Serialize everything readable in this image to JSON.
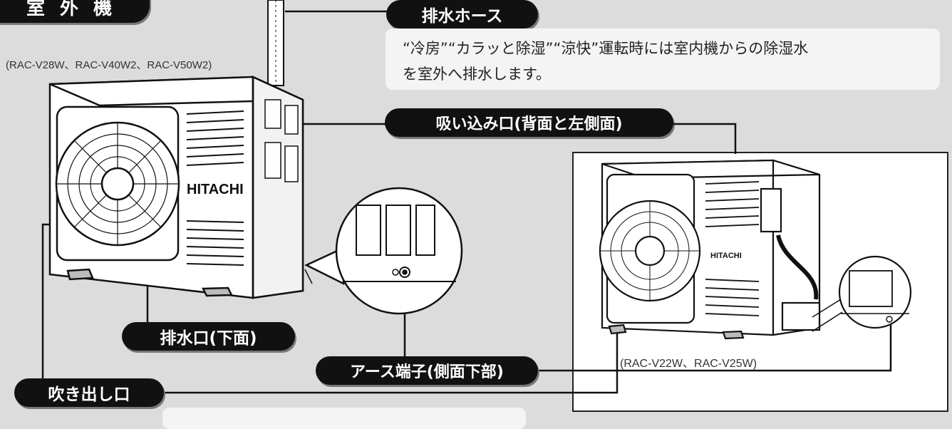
{
  "section_label": "室 外 機",
  "labels": {
    "drain_hose": "排水ホース",
    "intake": "吸い込み口(背面と左側面)",
    "drain_outlet": "排水口(下面)",
    "earth_terminal": "アース端子(側面下部)",
    "outlet": "吹き出し口"
  },
  "descriptions": {
    "drain_hose_line1": "“冷房”“カラッと除湿”“涼快”運転時には室内機からの除湿水",
    "drain_hose_line2": "を室外へ排水します。"
  },
  "models": {
    "main": "(RAC-V28W、RAC-V40W2、RAC-V50W2)",
    "inset": "(RAC-V22W、RAC-V25W)"
  },
  "brand": "HITACHI"
}
